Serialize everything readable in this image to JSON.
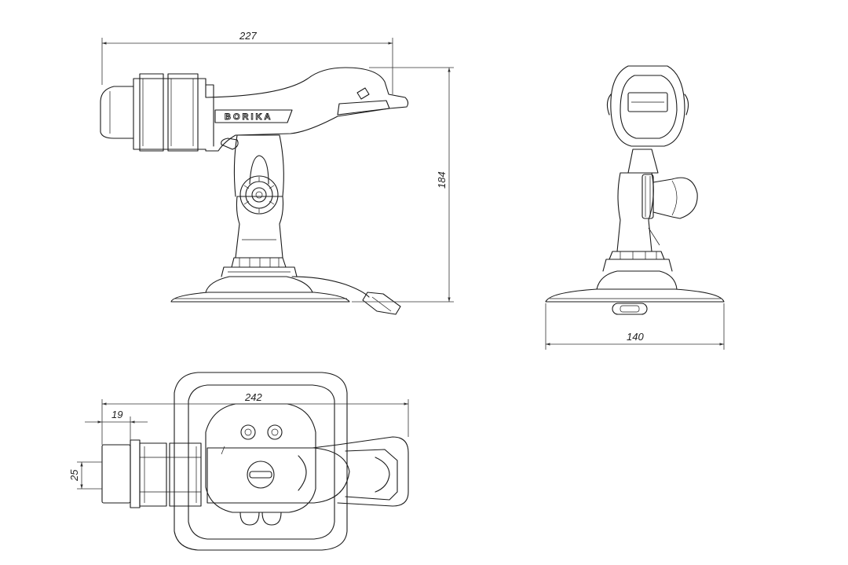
{
  "brand": {
    "logo_text": "BORIKA"
  },
  "dimensions": {
    "side_width": "227",
    "side_height": "184",
    "front_base": "140",
    "top_length": "242",
    "top_offset": "19",
    "top_height": "25"
  },
  "colors": {
    "line": "#1a1a1a",
    "background": "#ffffff"
  }
}
